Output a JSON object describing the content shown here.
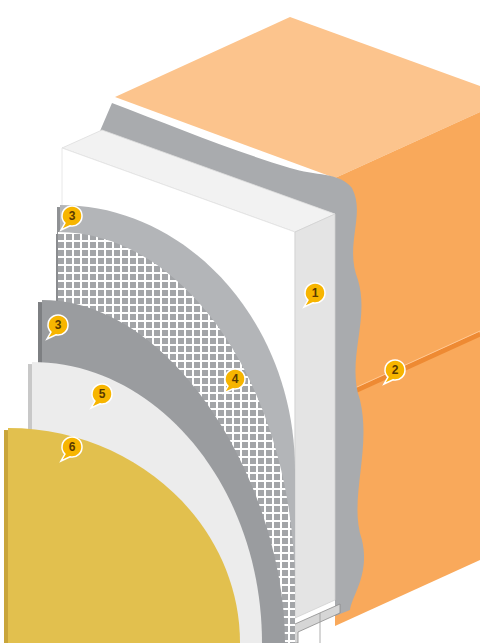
{
  "diagram": {
    "labels": [
      "3",
      "1",
      "3",
      "2",
      "4",
      "5",
      "6"
    ]
  }
}
